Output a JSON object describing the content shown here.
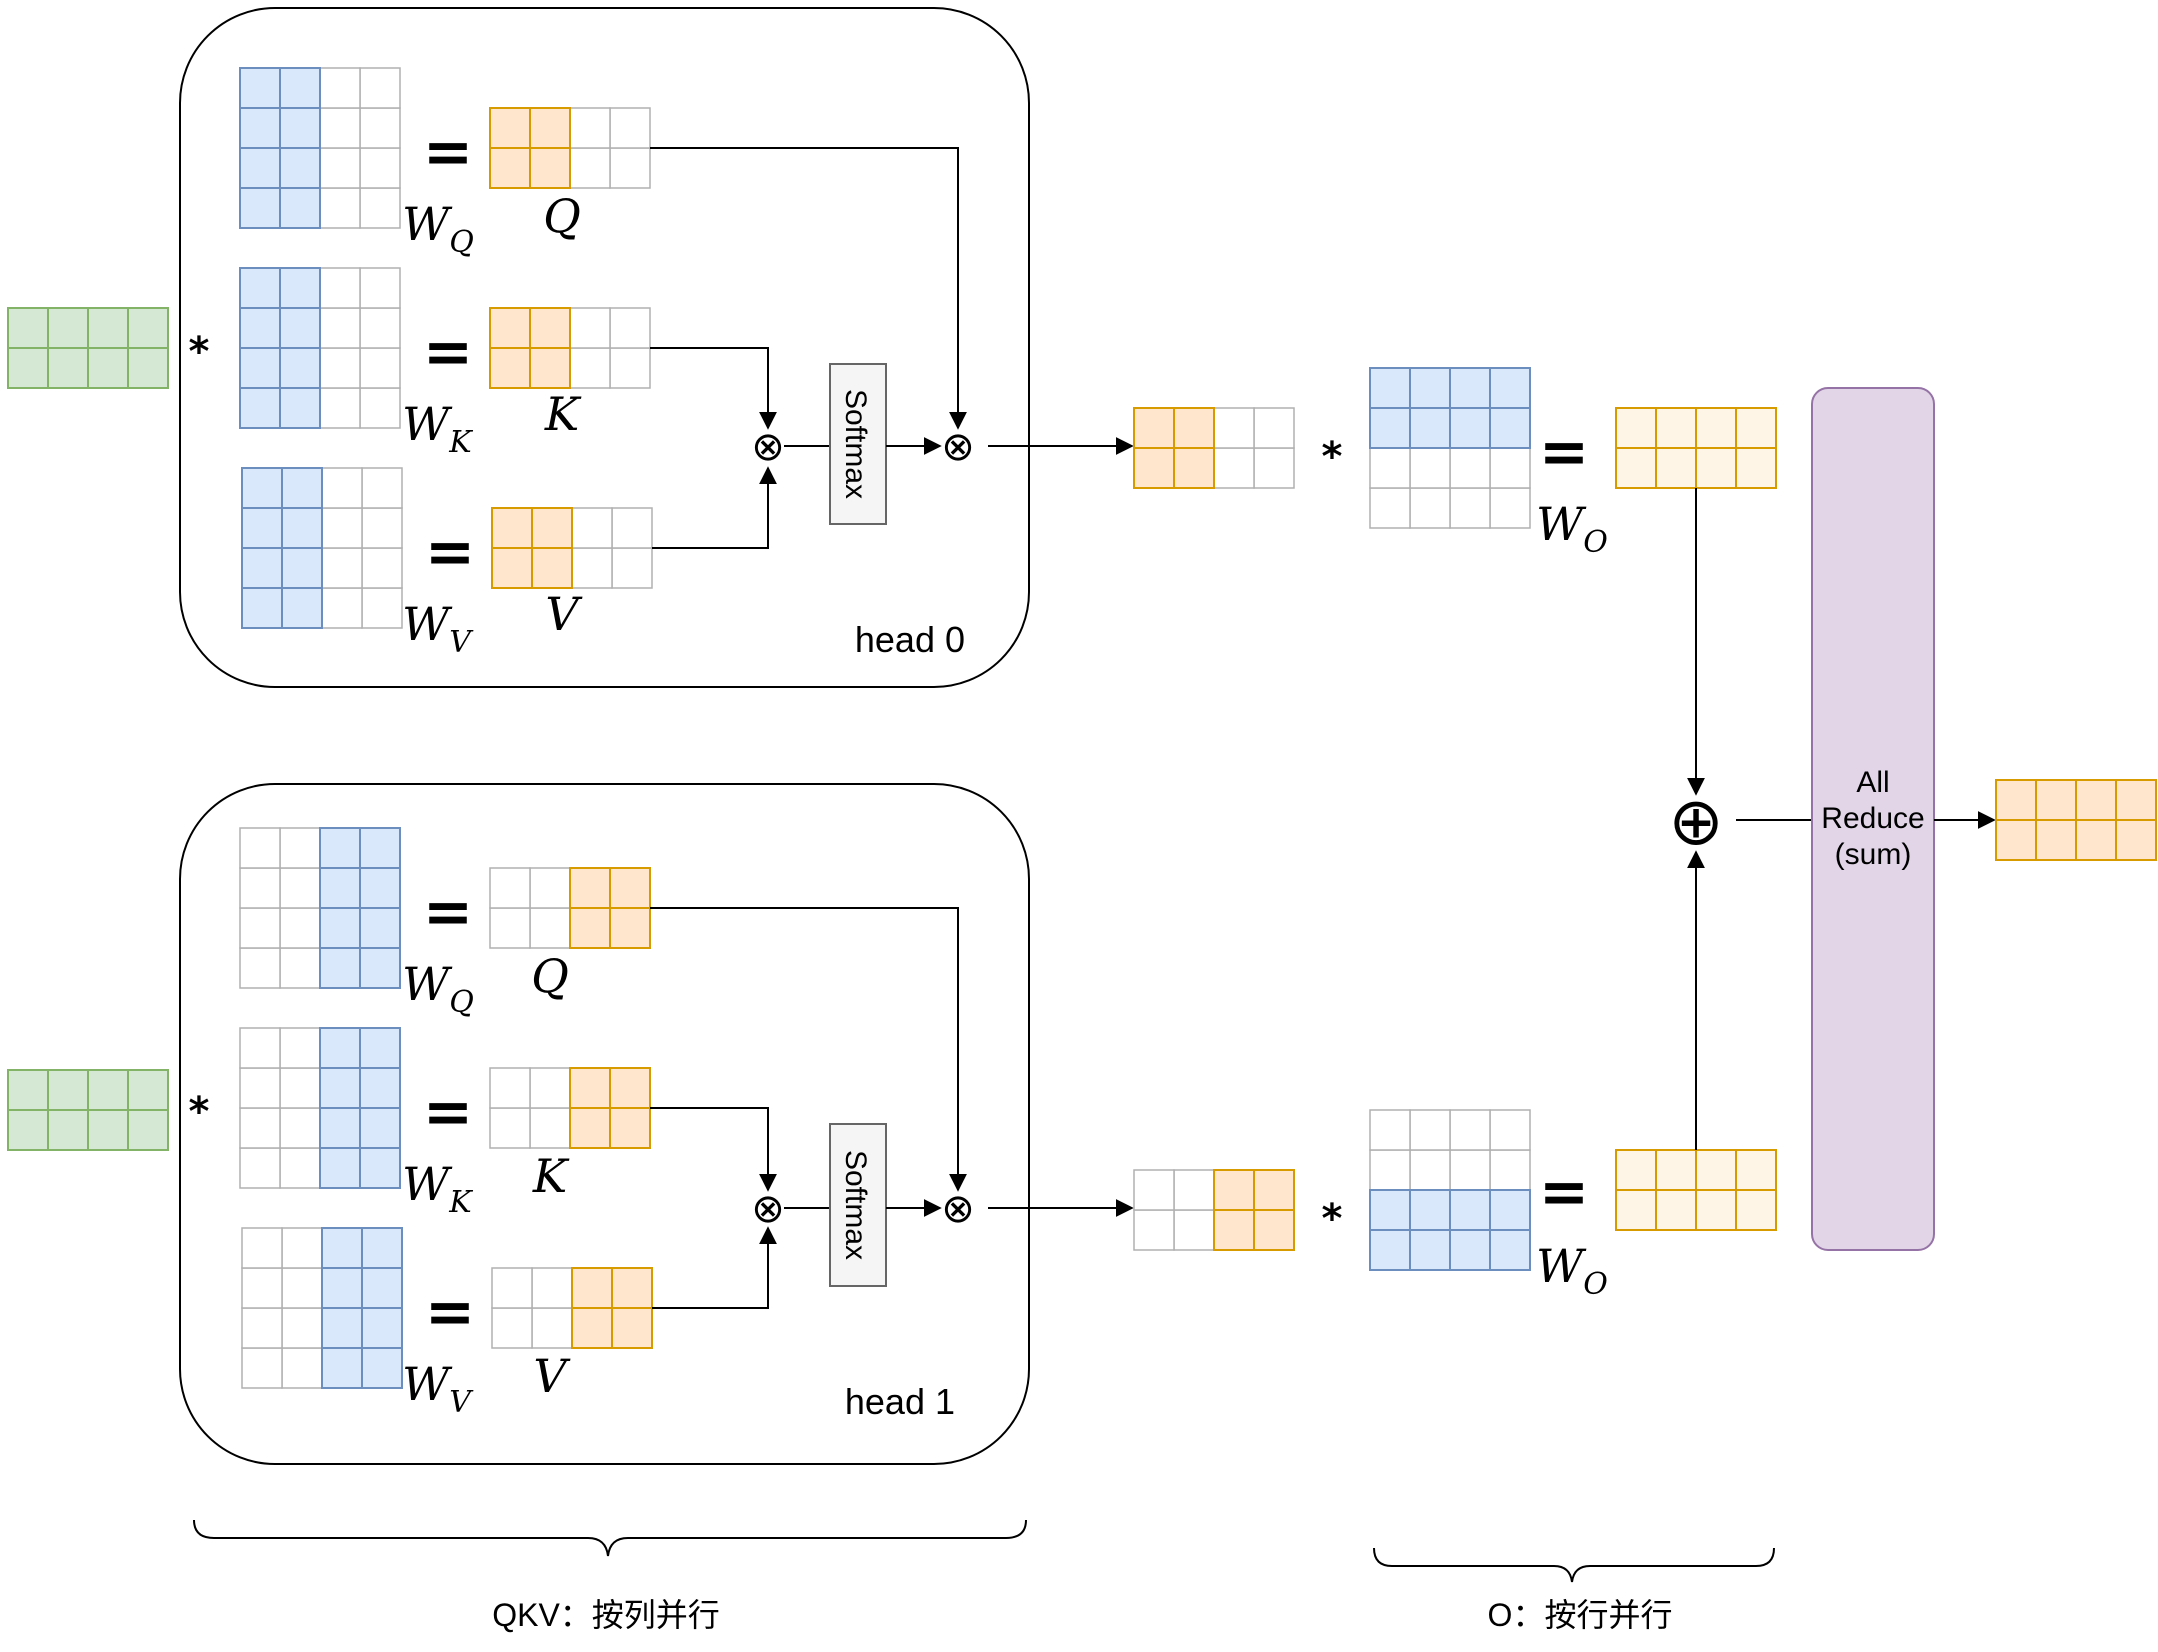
{
  "colors": {
    "input_fill": "#d5e8d4",
    "input_stroke": "#82b366",
    "weight_fill": "#dae8fc",
    "weight_stroke": "#6c8ebf",
    "qkv_fill": "#ffe6cc",
    "qkv_stroke": "#d79b00",
    "out_fill": "#fff5e6",
    "out_stroke": "#d79b00",
    "empty_stroke": "#b0b0b0",
    "reduce_fill": "#e1d5e7",
    "reduce_stroke": "#9673a6",
    "line": "#000000"
  },
  "heads": [
    {
      "label": "head 0",
      "input_label": "*",
      "weights": [
        {
          "label": "W_Q",
          "base": "W",
          "sub": "Q",
          "equals": "=",
          "result": "Q"
        },
        {
          "label": "W_K",
          "base": "W",
          "sub": "K",
          "equals": "=",
          "result": "K"
        },
        {
          "label": "W_V",
          "base": "W",
          "sub": "V",
          "equals": "=",
          "result": "V"
        }
      ],
      "weight_shaded_cols": [
        0,
        1
      ],
      "result_shaded_cols": [
        0,
        1
      ],
      "softmax": "Softmax",
      "matmul_symbol": "⊗",
      "attn_out_shaded_cols": [
        0,
        1
      ],
      "wo": {
        "base": "W",
        "sub": "O",
        "shaded_rows": [
          0,
          1
        ]
      },
      "times": "*",
      "equals": "="
    },
    {
      "label": "head 1",
      "input_label": "*",
      "weights": [
        {
          "label": "W_Q",
          "base": "W",
          "sub": "Q",
          "equals": "=",
          "result": "Q"
        },
        {
          "label": "W_K",
          "base": "W",
          "sub": "K",
          "equals": "=",
          "result": "K"
        },
        {
          "label": "W_V",
          "base": "W",
          "sub": "V",
          "equals": "=",
          "result": "V"
        }
      ],
      "weight_shaded_cols": [
        2,
        3
      ],
      "result_shaded_cols": [
        2,
        3
      ],
      "softmax": "Softmax",
      "matmul_symbol": "⊗",
      "attn_out_shaded_cols": [
        2,
        3
      ],
      "wo": {
        "base": "W",
        "sub": "O",
        "shaded_rows": [
          2,
          3
        ]
      },
      "times": "*",
      "equals": "="
    }
  ],
  "sum_symbol": "⊕",
  "all_reduce": {
    "line1": "All",
    "line2": "Reduce",
    "line3": "(sum)"
  },
  "braces": {
    "qkv": "QKV：按列并行",
    "o": "O：按行并行"
  }
}
